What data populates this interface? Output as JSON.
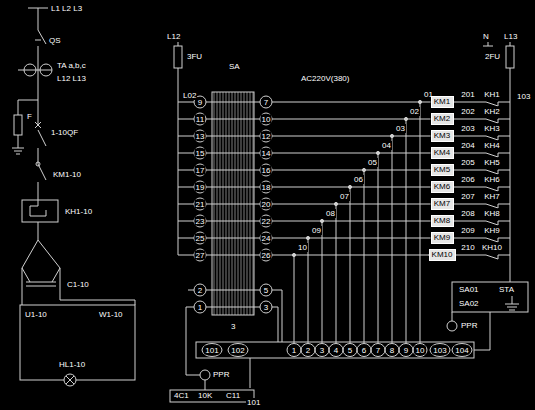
{
  "diagram": {
    "nodes": [
      {
        "text": [
          "KM1"
        ]
      },
      {
        "text": [
          "KM2"
        ]
      },
      {
        "text": [
          "KM3"
        ]
      },
      {
        "text": [
          "KM4"
        ]
      },
      {
        "text": [
          "KM5"
        ]
      },
      {
        "text": [
          "KM6"
        ]
      },
      {
        "text": [
          "KM7"
        ]
      },
      {
        "text": [
          "KM8"
        ]
      },
      {
        "text": [
          "KM9"
        ]
      },
      {
        "text": [
          "KM10"
        ]
      }
    ],
    "labels": [
      "L1 L2 L3",
      "QS",
      "TA a,b,c",
      "L12 L13",
      "F",
      "1-10QF",
      "KM1-10",
      "KH1-10",
      "C1-10",
      "U1-10",
      "W1-10",
      "HL1-10",
      "L12",
      "3FU",
      "SA",
      "L02",
      "AC220V(380)",
      "9",
      "11",
      "13",
      "15",
      "17",
      "19",
      "21",
      "23",
      "25",
      "27",
      "2",
      "1",
      "7",
      "10",
      "12",
      "14",
      "16",
      "18",
      "20",
      "22",
      "24",
      "26",
      "5",
      "3",
      "01",
      "02",
      "03",
      "04",
      "05",
      "06",
      "07",
      "08",
      "09",
      "10",
      "101",
      "102",
      "1",
      "2",
      "3",
      "4",
      "5",
      "6",
      "7",
      "8",
      "9",
      "10",
      "103",
      "104",
      "201",
      "202",
      "203",
      "204",
      "205",
      "206",
      "207",
      "208",
      "209",
      "210",
      "KH1",
      "KH2",
      "KH3",
      "KH4",
      "KH5",
      "KH6",
      "KH7",
      "KH8",
      "KH9",
      "KH10",
      "N",
      "L13",
      "2FU",
      "103",
      "SA01",
      "SA02",
      "STA",
      "PPR",
      "PPR",
      "4C1",
      "10K",
      "C11",
      "101",
      "3"
    ]
  }
}
